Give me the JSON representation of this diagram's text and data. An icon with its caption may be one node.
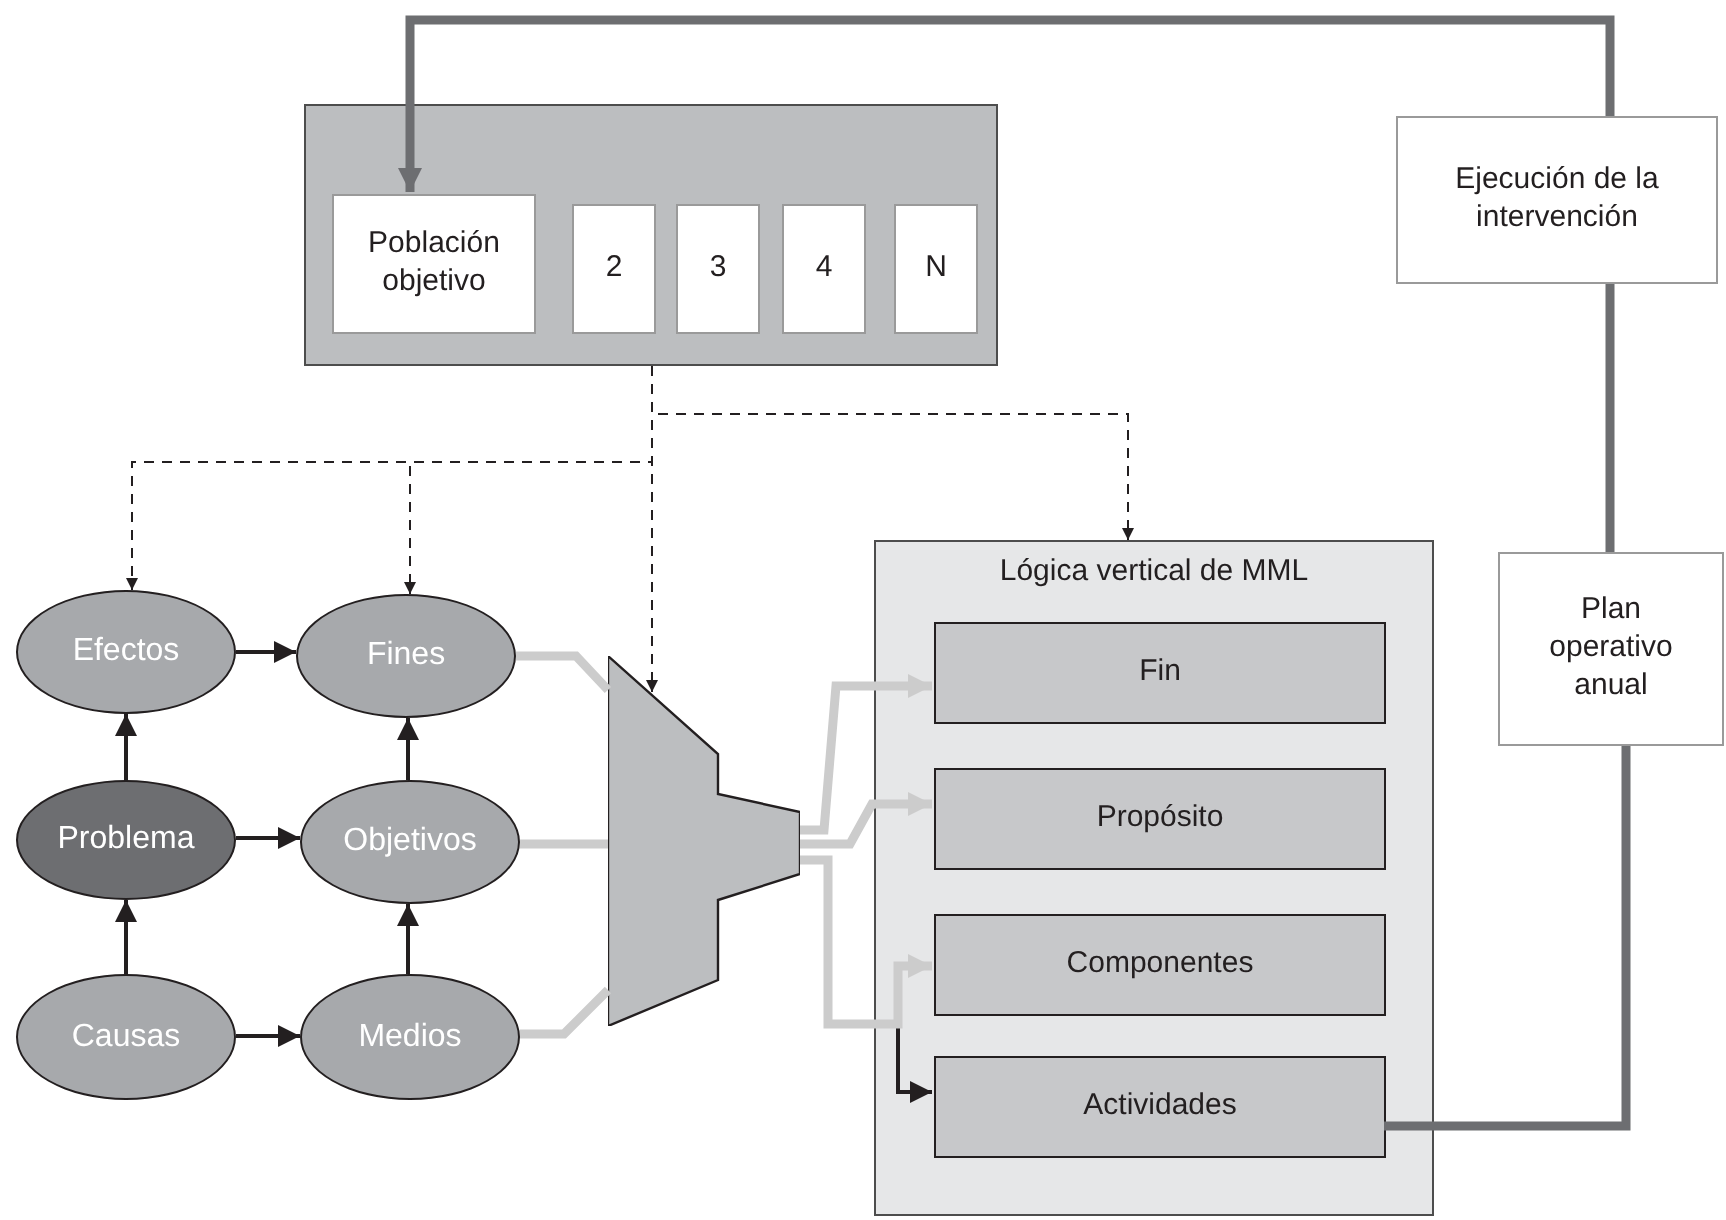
{
  "diagram": {
    "nodes": [
      {
        "text": [],
        "shape": "box"
      },
      {
        "text": [
          "Población objetivo"
        ],
        "in": 0
      },
      {
        "text": [
          "2"
        ],
        "in": 0
      },
      {
        "text": [
          "3"
        ],
        "in": 0
      },
      {
        "text": [
          "4"
        ],
        "in": 0
      },
      {
        "text": [
          "N"
        ],
        "in": 0
      },
      {
        "text": [
          "Ejecución de la intervención"
        ]
      },
      {
        "text": [
          "Plan operativo anual"
        ]
      },
      {
        "text": [
          "Efectos"
        ]
      },
      {
        "text": [
          "Fines"
        ]
      },
      {
        "text": [
          "Problema"
        ]
      },
      {
        "text": [
          "Objetivos"
        ]
      },
      {
        "text": [
          "Causas"
        ]
      },
      {
        "text": [
          "Medios"
        ]
      },
      {
        "text": [],
        "shape": "funnel"
      },
      {
        "text": [
          "Lógica vertical de MML"
        ]
      },
      {
        "text": [
          "Fin"
        ],
        "in": 15
      },
      {
        "text": [
          "Propósito"
        ],
        "in": 15
      },
      {
        "text": [
          "Componentes"
        ],
        "in": 15
      },
      {
        "text": [
          "Actividades"
        ],
        "in": 15
      }
    ],
    "edges": [
      {
        "from": 6,
        "to": 1,
        "arrow": "to",
        "style": "thick",
        "color": "#6d6e71"
      },
      {
        "from": 7,
        "to": 6,
        "arrow": "none",
        "style": "thick",
        "color": "#6d6e71"
      },
      {
        "from": 19,
        "to": 7,
        "arrow": "none",
        "style": "thick",
        "color": "#6d6e71"
      },
      {
        "from": 0,
        "to": 8,
        "arrow": "to",
        "style": "dashed"
      },
      {
        "from": 0,
        "to": 9,
        "arrow": "to",
        "style": "dashed"
      },
      {
        "from": 0,
        "to": 14,
        "arrow": "to",
        "style": "dashed"
      },
      {
        "from": 0,
        "to": 15,
        "arrow": "to",
        "style": "dashed"
      },
      {
        "from": 8,
        "to": 9,
        "arrow": "to"
      },
      {
        "from": 10,
        "to": 11,
        "arrow": "to"
      },
      {
        "from": 12,
        "to": 13,
        "arrow": "to"
      },
      {
        "from": 10,
        "to": 8,
        "arrow": "to"
      },
      {
        "from": 12,
        "to": 10,
        "arrow": "to"
      },
      {
        "from": 11,
        "to": 9,
        "arrow": "to"
      },
      {
        "from": 13,
        "to": 11,
        "arrow": "to"
      },
      {
        "from": 9,
        "to": 14,
        "arrow": "none",
        "style": "thick",
        "color": "#cccccc"
      },
      {
        "from": 11,
        "to": 14,
        "arrow": "none",
        "style": "thick",
        "color": "#cccccc"
      },
      {
        "from": 13,
        "to": 14,
        "arrow": "none",
        "style": "thick",
        "color": "#cccccc"
      },
      {
        "from": 14,
        "to": 16,
        "arrow": "to",
        "style": "thick",
        "color": "#cccccc"
      },
      {
        "from": 14,
        "to": 17,
        "arrow": "to",
        "style": "thick",
        "color": "#cccccc"
      },
      {
        "from": 14,
        "to": 19,
        "arrow": "to"
      },
      {
        "from": 14,
        "to": 18,
        "arrow": "to",
        "style": "thick",
        "color": "#cccccc"
      }
    ]
  }
}
